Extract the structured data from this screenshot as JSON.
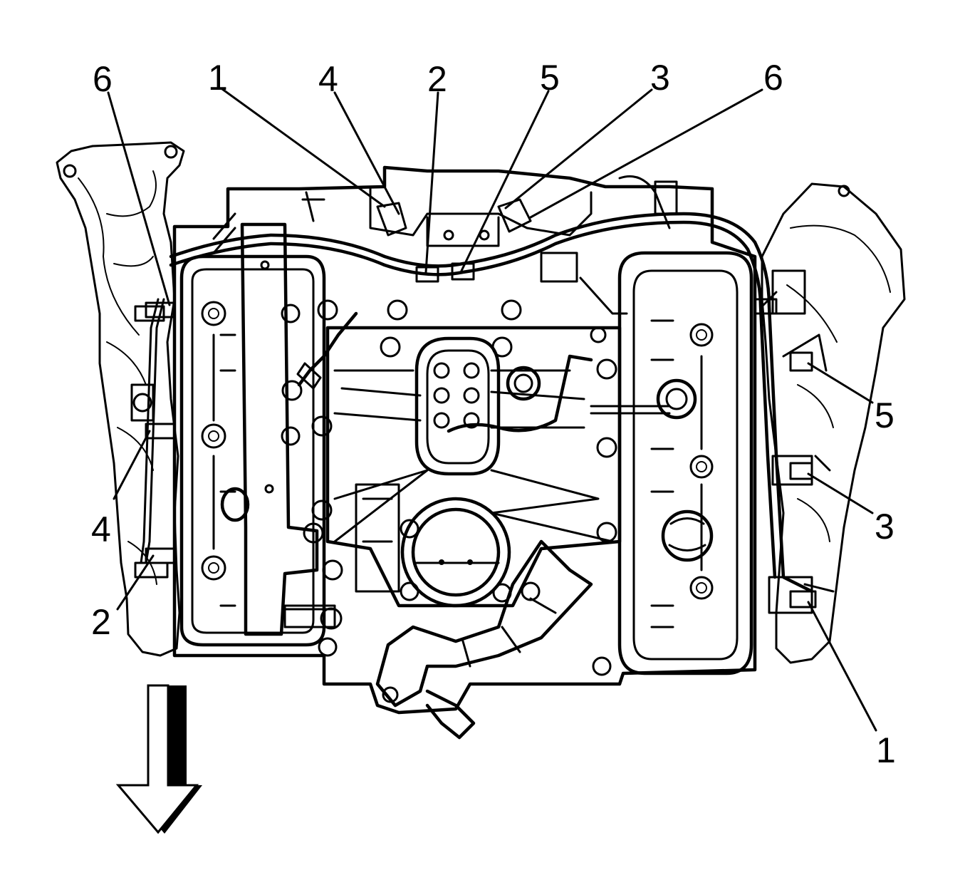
{
  "callouts": {
    "top": [
      "6",
      "1",
      "4",
      "2",
      "5",
      "3",
      "6"
    ],
    "left": [
      "4",
      "2"
    ],
    "right": [
      "5",
      "3",
      "1"
    ]
  },
  "front_arrow_icon": "down-arrow-icon"
}
